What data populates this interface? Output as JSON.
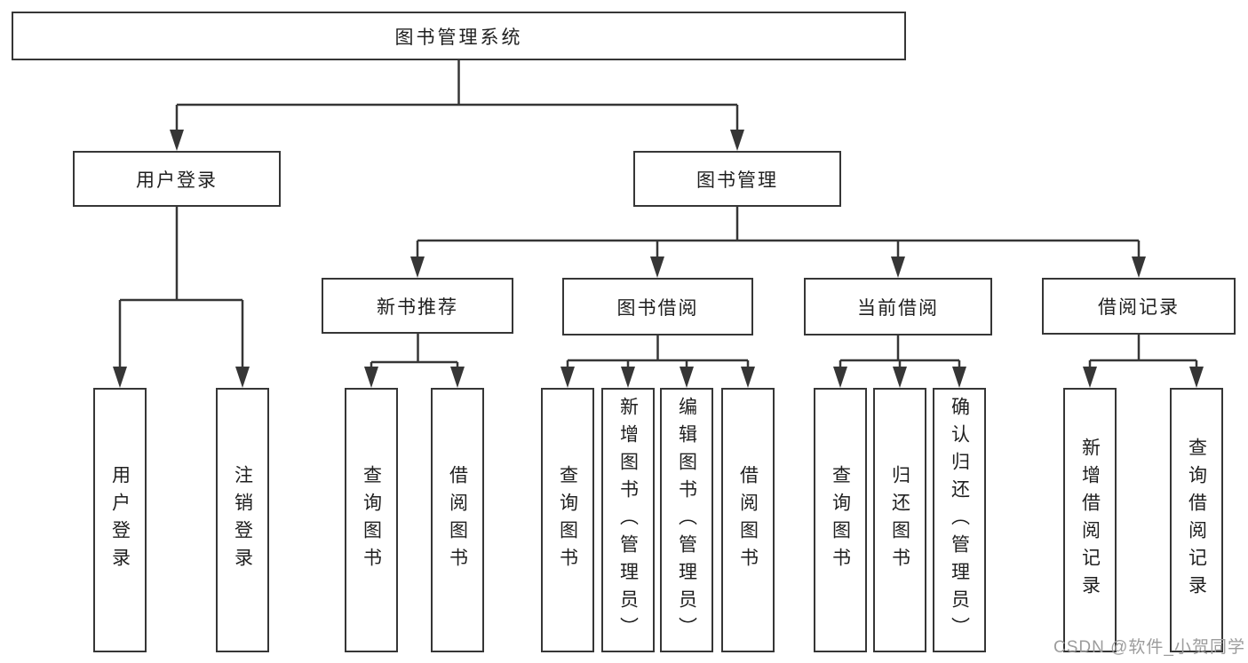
{
  "title": "图书管理系统",
  "level2": {
    "user_login": "用户登录",
    "book_management": "图书管理"
  },
  "level3": {
    "new_book_recommend": "新书推荐",
    "book_borrow": "图书借阅",
    "current_borrow": "当前借阅",
    "borrow_records": "借阅记录"
  },
  "leaves": {
    "user_login": "用户登录",
    "logout": "注销登录",
    "recommend_query_book": "查询图书",
    "recommend_borrow_book": "借阅图书",
    "borrow_query_book": "查询图书",
    "borrow_add_book": "新增图书（管理员）",
    "borrow_edit_book": "编辑图书（管理员）",
    "borrow_borrow_book": "借阅图书",
    "current_query_book": "查询图书",
    "current_return_book": "归还图书",
    "current_confirm_return": "确认归还（管理员）",
    "records_add_record": "新增借阅记录",
    "records_query_record": "查询借阅记录"
  },
  "watermark": "CSDN @软件_小贺同学",
  "colors": {
    "line": "#363636",
    "text": "#1f1f1f",
    "watermark": "#9c9c9c",
    "background": "#ffffff"
  }
}
